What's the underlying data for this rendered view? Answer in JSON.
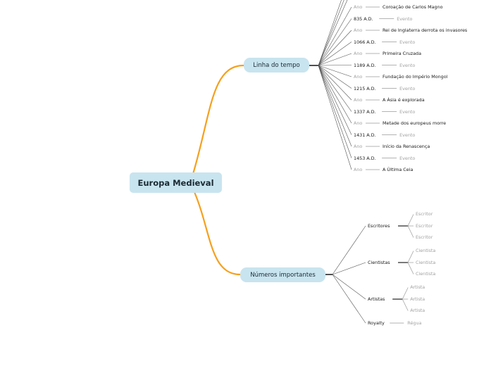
{
  "root": {
    "label": "Europa Medieval"
  },
  "timeline": {
    "label": "Linha do tempo",
    "rows": [
      {
        "year": "Ano",
        "event": "Coroação de Carlos Magno"
      },
      {
        "year": "835 A.D.",
        "event": "Evento"
      },
      {
        "year": "Ano",
        "event": "Rei de Inglaterra derrota os invasores"
      },
      {
        "year": "1066 A.D.",
        "event": "Evento"
      },
      {
        "year": "Ano",
        "event": "Primeira Cruzada"
      },
      {
        "year": "1189 A.D.",
        "event": "Evento"
      },
      {
        "year": "Ano",
        "event": "Fundação do Império Mongol"
      },
      {
        "year": "1215 A.D.",
        "event": "Evento"
      },
      {
        "year": "Ano",
        "event": "A Ásia é explorada"
      },
      {
        "year": "1337 A.D.",
        "event": "Evento"
      },
      {
        "year": "Ano",
        "event": "Metade dos europeus morre"
      },
      {
        "year": "1431 A.D.",
        "event": "Evento"
      },
      {
        "year": "Ano",
        "event": "Início da Renascença"
      },
      {
        "year": "1453 A.D.",
        "event": "Evento"
      },
      {
        "year": "Ano",
        "event": "A Última Ceia"
      }
    ]
  },
  "figures": {
    "label": "Números importantes",
    "groups": [
      {
        "label": "Escritores",
        "items": [
          "Escritor",
          "Escritor",
          "Escritor"
        ]
      },
      {
        "label": "Cientistas",
        "items": [
          "Cientista",
          "Cientista",
          "Cientista"
        ]
      },
      {
        "label": "Artistas",
        "items": [
          "Artista",
          "Artista",
          "Artista"
        ]
      },
      {
        "label": "Royalty",
        "items": [
          "Régua"
        ]
      }
    ]
  },
  "colors": {
    "main_branch": "#f5a01e",
    "topic_fill": "#c8e4ef",
    "connector": "#555555",
    "leaf_connector": "#9a9a9a",
    "year_placeholder": "#a2a2a2"
  }
}
